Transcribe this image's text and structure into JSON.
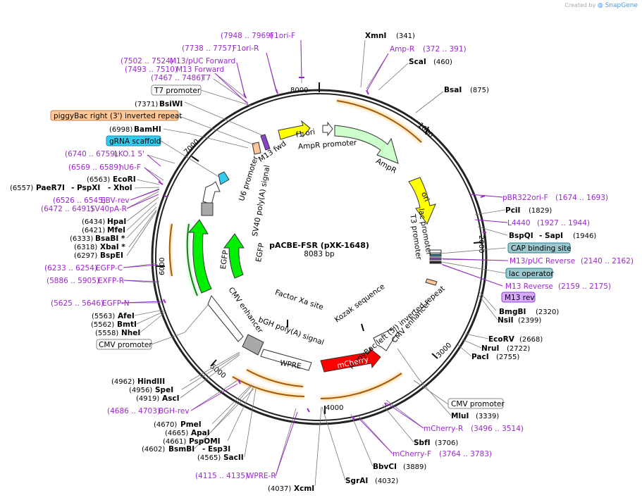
{
  "credit": {
    "prefix": "Created by",
    "brand": "SnapGene"
  },
  "plasmid": {
    "name": "pACBE-FSR (pXK-1648)",
    "size": "8083 bp"
  },
  "ticks": [
    "1000",
    "2000",
    "3000",
    "4000",
    "5000",
    "6000",
    "7000",
    "8000"
  ],
  "features": [
    {
      "name": "f1 ori",
      "color": "#ffff00"
    },
    {
      "name": "AmpR promoter",
      "color": "#ffffff"
    },
    {
      "name": "AmpR",
      "color": "#ccffcc"
    },
    {
      "name": "ori",
      "color": "#ffff00"
    },
    {
      "name": "lac promoter",
      "color": "#ffffff"
    },
    {
      "name": "T3 promoter",
      "color": "#ffffff"
    },
    {
      "name": "M13 fwd",
      "color": "#ffffff"
    },
    {
      "name": "U6 promoter",
      "color": "#ffffff"
    },
    {
      "name": "SV40 poly(A) signal",
      "color": "#a9a9a9"
    },
    {
      "name": "EGFP",
      "color": "#00ff00"
    },
    {
      "name": "EGFP",
      "color": "#00ff00"
    },
    {
      "name": "CMV enhancer",
      "color": "#ffffff"
    },
    {
      "name": "Factor Xa site",
      "color": "#000000"
    },
    {
      "name": "Kozak sequence",
      "color": "#000000"
    },
    {
      "name": "piggyBac left (5') inverted repeat",
      "color": "#ffc896"
    },
    {
      "name": "CMV enhancer",
      "color": "#ffffff"
    },
    {
      "name": "bGH poly(A) signal",
      "color": "#a9a9a9"
    },
    {
      "name": "WPRE",
      "color": "#ffffff"
    },
    {
      "name": "mCherry",
      "color": "#ff0000"
    }
  ],
  "labels": {
    "xmni": "XmnI",
    "xmni_pos": "(341)",
    "ampr": "Amp-R",
    "ampr_pos": "(372 .. 391)",
    "scai": "ScaI",
    "scai_pos": "(460)",
    "bsai": "BsaI",
    "bsai_pos": "(875)",
    "f1orif": "F1ori-F",
    "f1orif_pos": "(7948 .. 7969)",
    "f1orir": "F1ori-R",
    "f1orir_pos": "(7738 .. 7757)",
    "m13puc": "M13/pUC Forward",
    "m13puc_pos": "(7502 .. 7524)",
    "m13f": "M13 Forward",
    "m13f_pos": "(7493 .. 7510)",
    "t7": "T7",
    "t7_pos": "(7467 .. 7486)",
    "t7prom": "T7 promoter",
    "bsiwi": "BsiWI",
    "bsiwi_pos": "(7371)",
    "pbright": "piggyBac right (3') inverted repeat",
    "bamhi": "BamHI",
    "bamhi_pos": "(6998)",
    "grna": "gRNA scaffold",
    "lko": "LKO.1 5'",
    "lko_pos": "(6740 .. 6759)",
    "hu6": "hU6-F",
    "hu6_pos": "(6569 .. 6589)",
    "ecori": "EcoRI",
    "ecori_pos": "(6563)",
    "pae": "PaeR7I",
    "pae_pos": "(6557)",
    "pspxi": "- PspXI",
    "xhoi": "- XhoI",
    "ebv": "EBV-rev",
    "ebv_pos": "(6526 .. 6545)",
    "sv40pa": "SV40pA-R",
    "sv40pa_pos": "(6472 .. 6491)",
    "hpai": "HpaI",
    "hpai_pos": "(6434)",
    "mfei": "MfeI",
    "mfei_pos": "(6421)",
    "bsabi": "BsaBI *",
    "bsabi_pos": "(6333)",
    "xbai": "XbaI *",
    "xbai_pos": "(6318)",
    "bspei": "BspEI",
    "bspei_pos": "(6297)",
    "egfpc": "EGFP-C",
    "egfpc_pos": "(6233 .. 6254)",
    "exfp": "EXFP-R",
    "exfp_pos": "(5886 .. 5905)",
    "egfpn": "EGFP-N",
    "egfpn_pos": "(5625 .. 5646)",
    "afei": "AfeI",
    "afei_pos": "(5563)",
    "bmti": "BmtI",
    "bmti_pos": "(5562)",
    "nhei": "NheI",
    "nhei_pos": "(5558)",
    "cmvprom_l": "CMV promoter",
    "hindiii": "HindIII",
    "hindiii_pos": "(4962)",
    "spei": "SpeI",
    "spei_pos": "(4956)",
    "asci": "AscI",
    "asci_pos": "(4919)",
    "bgh": "BGH-rev",
    "bgh_pos": "(4686 .. 4703)",
    "pmei": "PmeI",
    "pmei_pos": "(4670)",
    "apai": "ApaI",
    "apai_pos": "(4665)",
    "pspomi": "PspOMI",
    "pspomi_pos": "(4661)",
    "bsmbi": "BsmBI",
    "bsmbi_pos": "(4602)",
    "esp3i": "- Esp3I",
    "sacii": "SacII",
    "sacii_pos": "(4565)",
    "wprer": "WPRE-R",
    "wprer_pos": "(4115 .. 4135)",
    "xcmi": "XcmI",
    "xcmi_pos": "(4037)",
    "sgrai": "SgrAI",
    "sgrai_pos": "(4032)",
    "bbvci": "BbvCI",
    "bbvci_pos": "(3889)",
    "mcherryf": "mCherry-F",
    "mcherryf_pos": "(3764 .. 3783)",
    "sbfi": "SbfI",
    "sbfi_pos": "(3706)",
    "mcherryr": "mCherry-R",
    "mcherryr_pos": "(3496 .. 3514)",
    "mlui": "MluI",
    "mlui_pos": "(3339)",
    "cmvprom_r": "CMV promoter",
    "paci": "PacI",
    "paci_pos": "(2755)",
    "nrui": "NruI",
    "nrui_pos": "(2722)",
    "ecorv": "EcoRV",
    "ecorv_pos": "(2668)",
    "nsii": "NsiI",
    "nsii_pos": "(2399)",
    "bmgbi": "BmgBI",
    "bmgbi_pos": "(2320)",
    "m13rev": "M13 Reverse",
    "m13rev_pos": "(2159 .. 2175)",
    "lacop": "lac operator",
    "m13revbox": "M13 rev",
    "m13puc_rev": "M13/pUC Reverse",
    "m13puc_rev_pos": "(2140 .. 2162)",
    "cap": "CAP binding site",
    "bspqi": "BspQI",
    "sapi": "- SapI",
    "bspqi_pos": "(1946)",
    "l4440": "L4440",
    "l4440_pos": "(1927 .. 1944)",
    "pcii": "PciI",
    "pcii_pos": "(1829)",
    "pbr": "pBR322ori-F",
    "pbr_pos": "(1674 .. 1693)"
  }
}
